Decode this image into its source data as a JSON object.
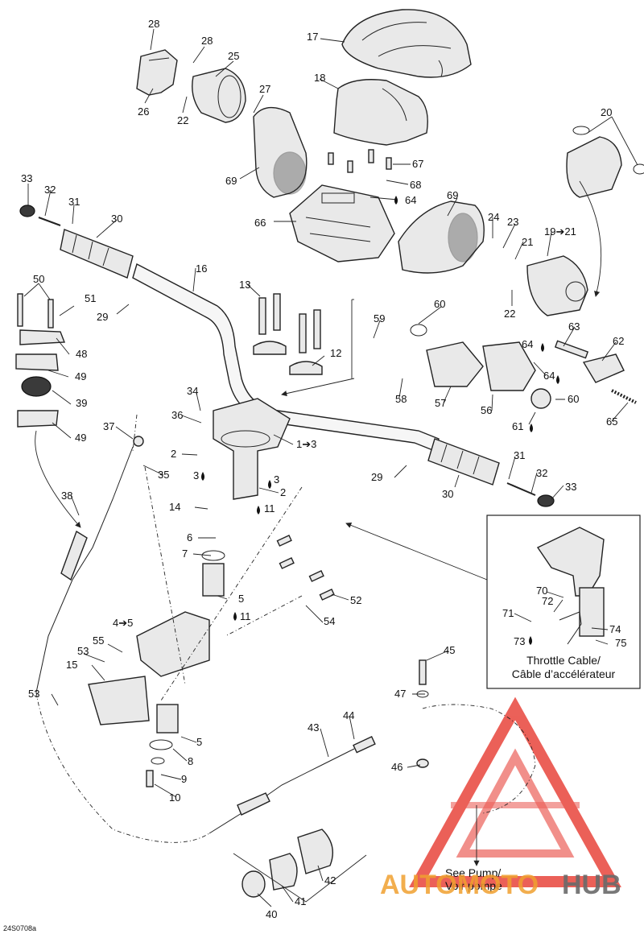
{
  "figure_code": "24S0708a",
  "inset_caption": {
    "line1": "Throttle Cable/",
    "line2": "Câble d’accélérateur"
  },
  "pump_note": {
    "line1": "See Pump/",
    "line2": "Voir pompe"
  },
  "watermark": {
    "part1": "AUTOMOTO",
    "part2": "HUB",
    "color1": "#f0a030",
    "color2": "#6a6a6a",
    "triangle_color": "#e8453c"
  },
  "labels": {
    "l28a": "28",
    "l28b": "28",
    "l25": "25",
    "l27": "27",
    "l26": "26",
    "l22a": "22",
    "l17": "17",
    "l18": "18",
    "l20": "20",
    "l69a": "69",
    "l67": "67",
    "l68": "68",
    "l64a": "64",
    "l33a": "33",
    "l32a": "32",
    "l31a": "31",
    "l30a": "30",
    "l66": "66",
    "l69b": "69",
    "l24": "24",
    "l23": "23",
    "l19": "19➔21",
    "l21": "21",
    "l22b": "22",
    "l16": "16",
    "l29a": "29",
    "l50": "50",
    "l51": "51",
    "l13": "13",
    "l59": "59",
    "l60a": "60",
    "l48": "48",
    "l12": "12",
    "l63": "63",
    "l64b": "64",
    "l62": "62",
    "l49a": "49",
    "l64c": "64",
    "l58": "58",
    "l57": "57",
    "l56": "56",
    "l60b": "60",
    "l39": "39",
    "l34": "34",
    "l65": "65",
    "l61": "61",
    "l49b": "49",
    "l36": "36",
    "l37": "37",
    "l1": "1➔3",
    "l2a": "2",
    "l3a": "3",
    "l35": "35",
    "l3b": "3",
    "l2b": "2",
    "l29b": "29",
    "l31b": "31",
    "l32b": "32",
    "l33b": "33",
    "l30b": "30",
    "l38": "38",
    "l14": "14",
    "l11a": "11",
    "l6": "6",
    "l7": "7",
    "l70": "70",
    "l72": "72",
    "l71": "71",
    "l74": "74",
    "l73": "73",
    "l75": "75",
    "l5a": "5",
    "l52": "52",
    "l11b": "11",
    "l54": "54",
    "l4": "4➔5",
    "l55": "55",
    "l53a": "53",
    "l15": "15",
    "l45": "45",
    "l47": "47",
    "l53b": "53",
    "l44": "44",
    "l43": "43",
    "l5b": "5",
    "l8": "8",
    "l46": "46",
    "l9": "9",
    "l10": "10",
    "l42": "42",
    "l41": "41",
    "l40": "40"
  }
}
